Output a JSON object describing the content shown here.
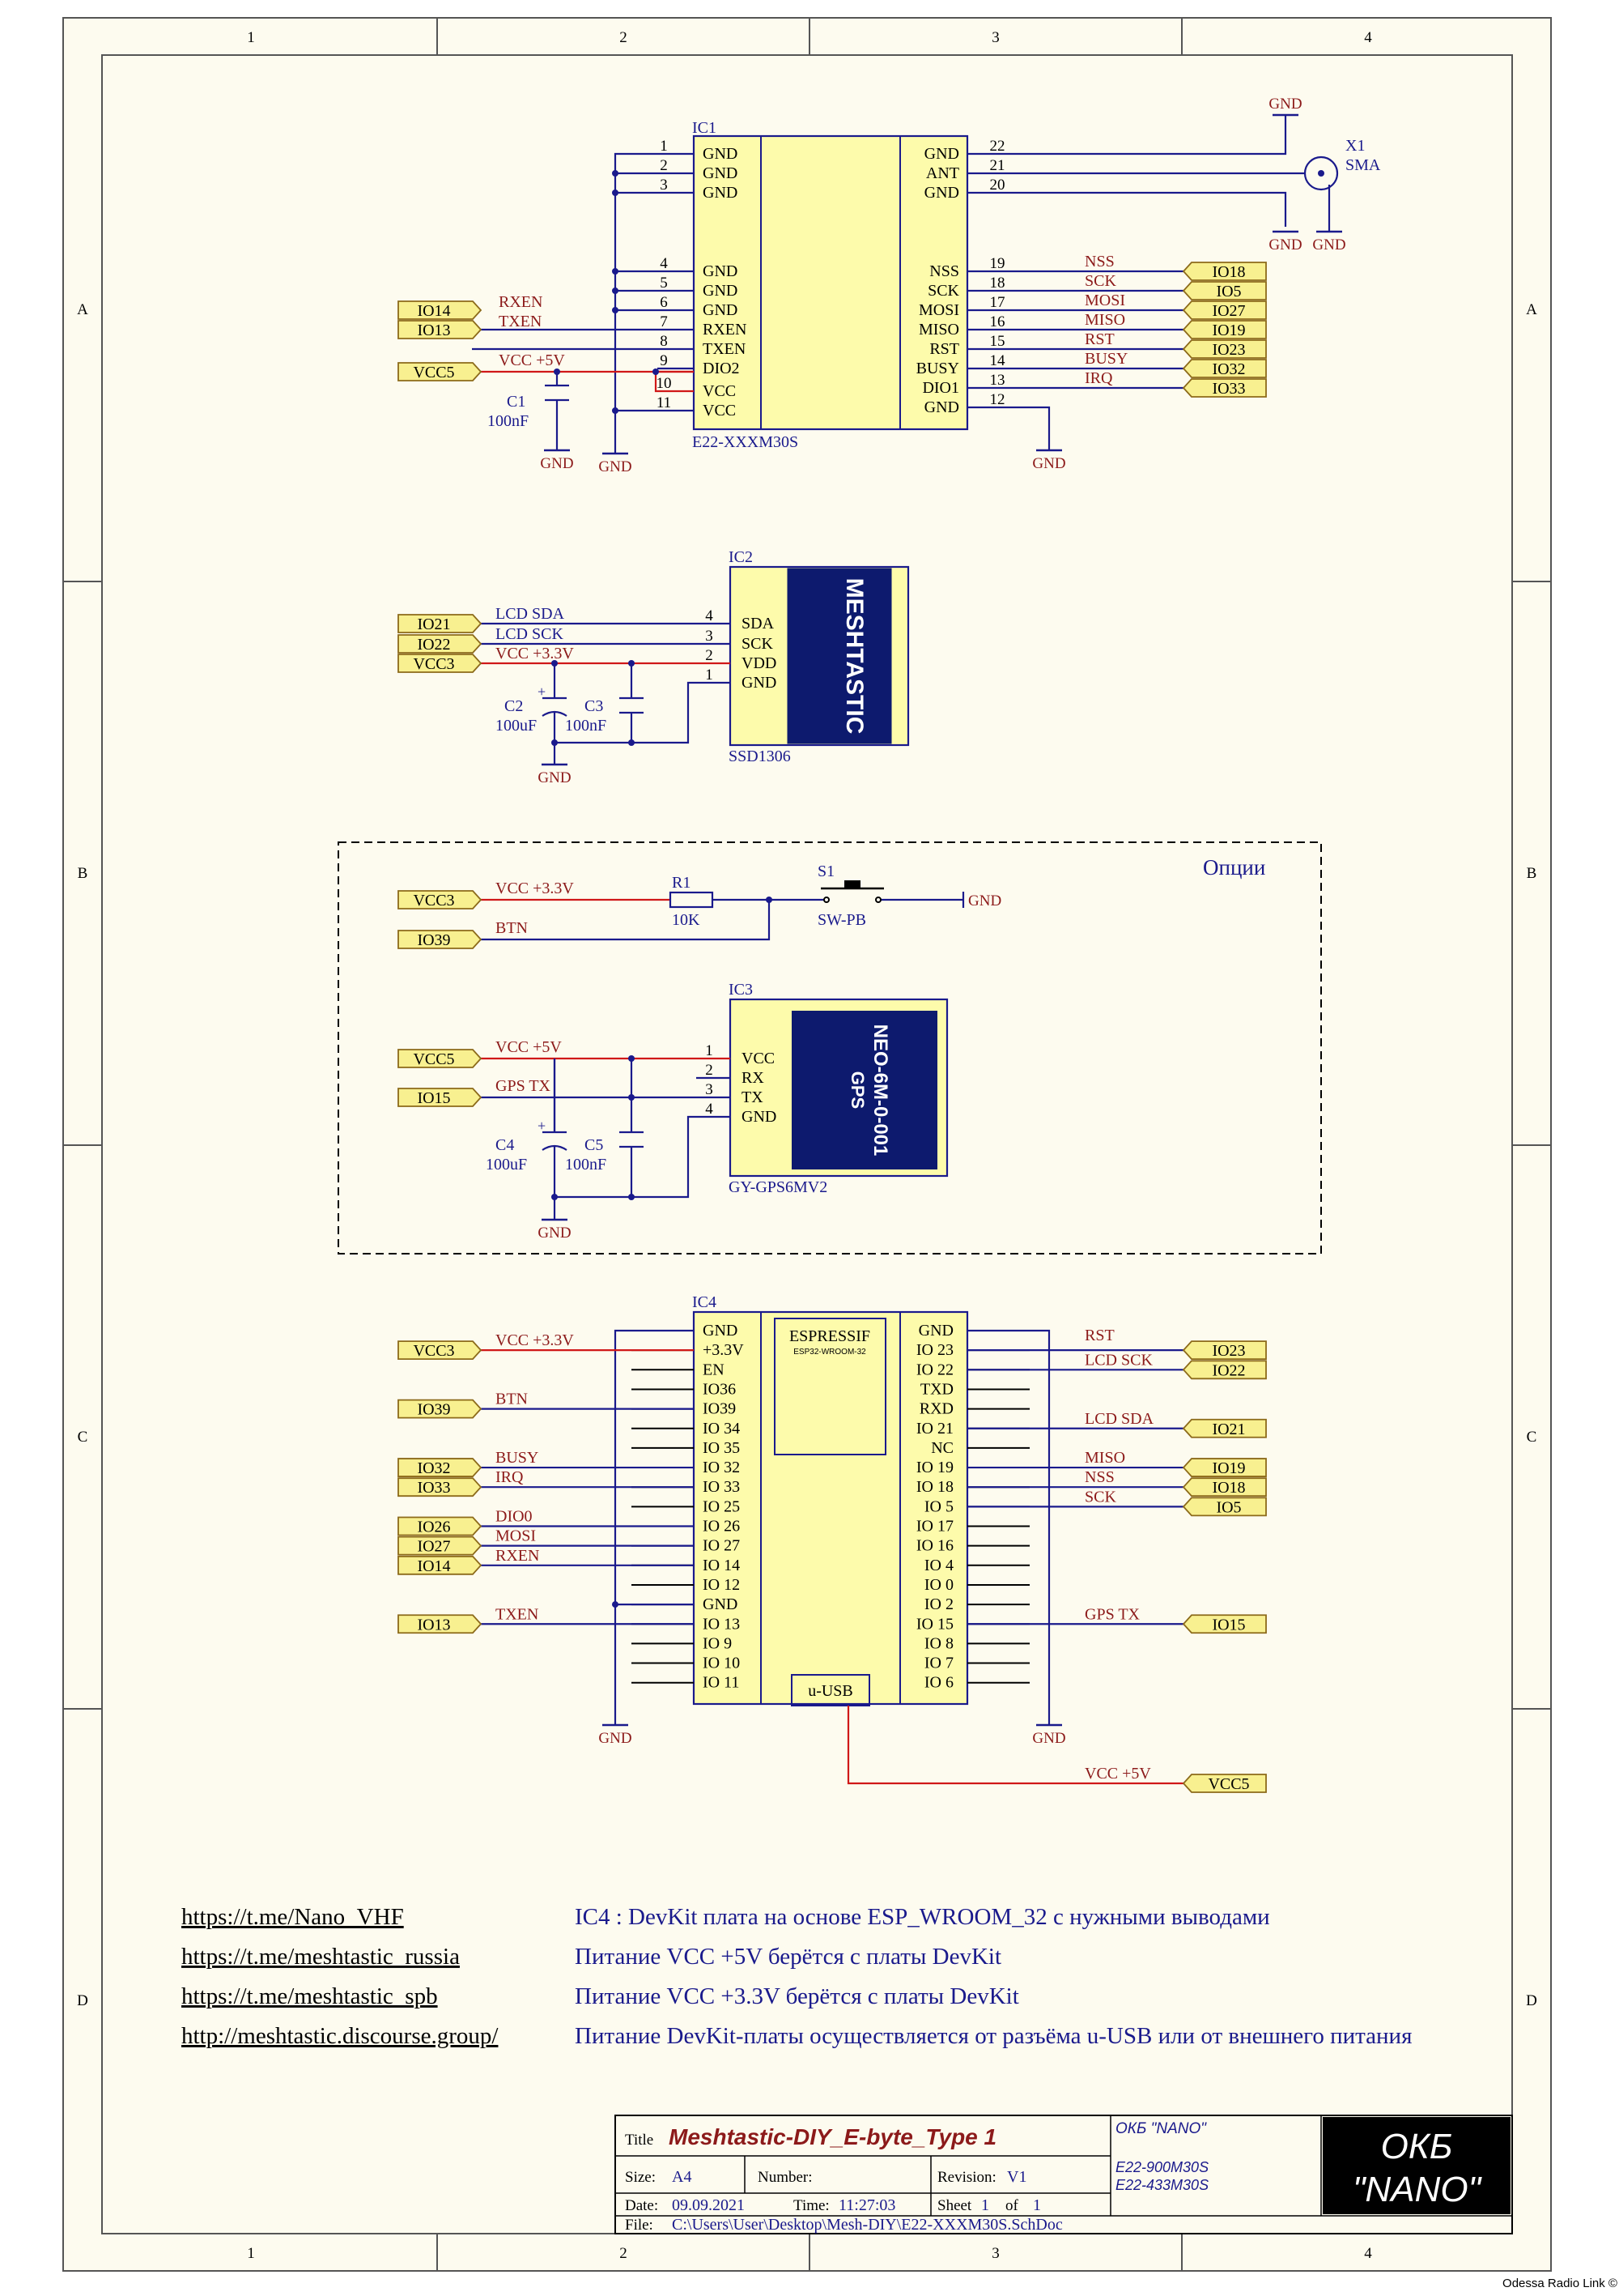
{
  "border": {
    "cols": [
      "1",
      "2",
      "3",
      "4"
    ],
    "rows": [
      "A",
      "B",
      "C",
      "D"
    ],
    "corner_note": "Odessa Radio Link ©"
  },
  "ic1": {
    "ref": "IC1",
    "part": "E22-XXXM30S",
    "left_pins": [
      {
        "num": "1",
        "name": "GND"
      },
      {
        "num": "2",
        "name": "GND"
      },
      {
        "num": "3",
        "name": "GND"
      },
      {
        "num": "4",
        "name": "GND"
      },
      {
        "num": "5",
        "name": "GND"
      },
      {
        "num": "6",
        "name": "GND"
      },
      {
        "num": "7",
        "name": "RXEN"
      },
      {
        "num": "8",
        "name": "TXEN"
      },
      {
        "num": "9",
        "name": "DIO2"
      },
      {
        "num": "10",
        "name": "VCC"
      },
      {
        "num": "11",
        "name": "VCC"
      },
      {
        "num": "12",
        "name": "GND"
      }
    ],
    "right_pins": [
      {
        "num": "22",
        "name": "GND"
      },
      {
        "num": "21",
        "name": "ANT"
      },
      {
        "num": "20",
        "name": "GND"
      },
      {
        "num": "19",
        "name": "NSS"
      },
      {
        "num": "18",
        "name": "SCK"
      },
      {
        "num": "17",
        "name": "MOSI"
      },
      {
        "num": "16",
        "name": "MISO"
      },
      {
        "num": "15",
        "name": "RST"
      },
      {
        "num": "14",
        "name": "BUSY"
      },
      {
        "num": "13",
        "name": "DIO1"
      },
      {
        "num": "12",
        "name": "GND"
      }
    ],
    "left_labels": [
      "RXEN",
      "TXEN",
      "VCC +5V"
    ],
    "left_ports": [
      "IO14",
      "IO13",
      "VCC5"
    ],
    "right_nets": [
      "NSS",
      "SCK",
      "MOSI",
      "MISO",
      "RST",
      "BUSY",
      "IRQ"
    ],
    "right_ports": [
      "IO18",
      "IO5",
      "IO27",
      "IO19",
      "IO23",
      "IO32",
      "IO33"
    ],
    "c1": {
      "ref": "C1",
      "value": "100nF"
    },
    "antenna": {
      "ref": "X1",
      "type": "SMA"
    }
  },
  "ic2": {
    "ref": "IC2",
    "part": "SSD1306",
    "logo": "MESHTASTIC",
    "pins": [
      {
        "num": "4",
        "name": "SDA"
      },
      {
        "num": "3",
        "name": "SCK"
      },
      {
        "num": "2",
        "name": "VDD"
      },
      {
        "num": "1",
        "name": "GND"
      }
    ],
    "nets": [
      "LCD SDA",
      "LCD SCK",
      "VCC +3.3V"
    ],
    "ports": [
      "IO21",
      "IO22",
      "VCC3"
    ],
    "c2": {
      "ref": "C2",
      "value": "100uF"
    },
    "c3": {
      "ref": "C3",
      "value": "100nF"
    }
  },
  "options": {
    "title": "Опции",
    "r1": {
      "ref": "R1",
      "value": "10K"
    },
    "s1": {
      "ref": "S1",
      "type": "SW-PB"
    },
    "nets": [
      "VCC +3.3V",
      "BTN"
    ],
    "ports": [
      "VCC3",
      "IO39"
    ]
  },
  "ic3": {
    "ref": "IC3",
    "part": "GY-GPS6MV2",
    "module_line1": "NEO-6M-0-001",
    "module_line2": "GPS",
    "pins": [
      {
        "num": "1",
        "name": "VCC"
      },
      {
        "num": "2",
        "name": "RX"
      },
      {
        "num": "3",
        "name": "TX"
      },
      {
        "num": "4",
        "name": "GND"
      }
    ],
    "nets": [
      "VCC +5V",
      "GPS TX"
    ],
    "ports": [
      "VCC5",
      "IO15"
    ],
    "c4": {
      "ref": "C4",
      "value": "100uF"
    },
    "c5": {
      "ref": "C5",
      "value": "100nF"
    }
  },
  "ic4": {
    "ref": "IC4",
    "brand": "ESPRESSIF",
    "model": "ESP32-WROOM-32",
    "usb": "u-USB",
    "left_pins": [
      "GND",
      "+3.3V",
      "EN",
      "IO36",
      "IO39",
      "IO 34",
      "IO 35",
      "IO 32",
      "IO 33",
      "IO 25",
      "IO 26",
      "IO 27",
      "IO 14",
      "IO 12",
      "GND",
      "IO 13",
      "IO 9",
      "IO 10",
      "IO 11"
    ],
    "right_pins": [
      "GND",
      "IO 23",
      "IO 22",
      "TXD",
      "RXD",
      "IO 21",
      "NC",
      "IO 19",
      "IO 18",
      "IO 5",
      "IO 17",
      "IO 16",
      "IO 4",
      "IO 0",
      "IO 2",
      "IO 15",
      "IO 8",
      "IO 7",
      "IO 6"
    ],
    "left_nets": [
      "VCC +3.3V",
      "BTN",
      "BUSY",
      "IRQ",
      "DIO0",
      "MOSI",
      "RXEN",
      "TXEN"
    ],
    "left_ports": [
      "VCC3",
      "IO39",
      "IO32",
      "IO33",
      "IO26",
      "IO27",
      "IO14",
      "IO13"
    ],
    "right_nets": [
      "RST",
      "LCD SCK",
      "LCD SDA",
      "MISO",
      "NSS",
      "SCK",
      "GPS TX",
      "VCC +5V"
    ],
    "right_ports": [
      "IO23",
      "IO22",
      "IO21",
      "IO19",
      "IO18",
      "IO5",
      "IO15",
      "VCC5"
    ]
  },
  "gnd": "GND",
  "links": [
    "https://t.me/Nano_VHF",
    "https://t.me/meshtastic_russia",
    "https://t.me/meshtastic_spb",
    "http://meshtastic.discourse.group/"
  ],
  "notes": [
    "IC4 : DevKit плата на основе ESP_WROOM_32 с нужными выводами",
    "Питание VCC +5V берётся с платы DevKit",
    "Питание VCC +3.3V берётся с платы DevKit",
    "Питание DevKit-платы осуществляется от разъёма u-USB или от внешнего питания"
  ],
  "title_block": {
    "title_label": "Title",
    "title": "Meshtastic-DIY_E-byte_Type 1",
    "org_label": "ОКБ \"NANO\"",
    "models": [
      "E22-900M30S",
      "E22-433M30S"
    ],
    "size_label": "Size:",
    "size": "A4",
    "number_label": "Number:",
    "revision_label": "Revision:",
    "revision": "V1",
    "date_label": "Date:",
    "date": "09.09.2021",
    "time_label": "Time:",
    "time": "11:27:03",
    "sheet_label": "Sheet",
    "sheet": "1",
    "of_label": "of",
    "of": "1",
    "file_label": "File:",
    "file": "C:\\Users\\User\\Desktop\\Mesh-DIY\\E22-XXXM30S.SchDoc",
    "logo_line1": "ОКБ",
    "logo_line2": "\"NANO\""
  }
}
